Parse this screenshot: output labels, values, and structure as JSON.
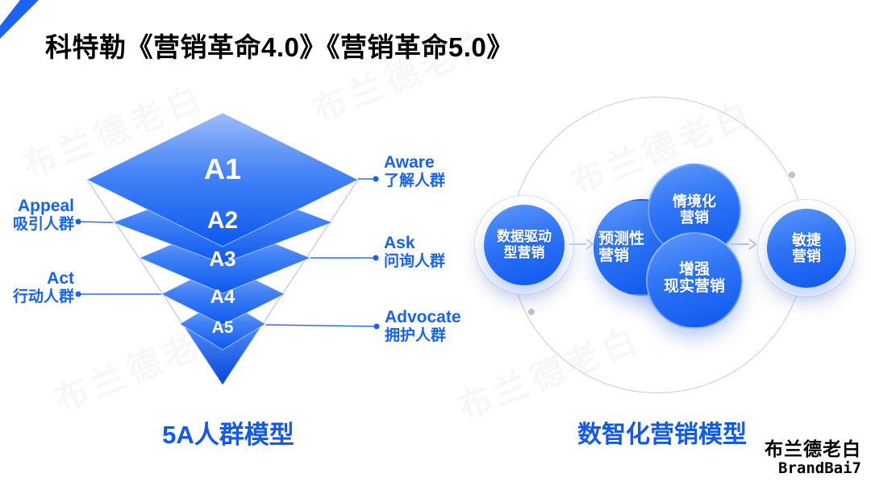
{
  "title": "科特勒《营销革命4.0》《营销革命5.0》",
  "watermark": {
    "text": "布兰德老白"
  },
  "funnel": {
    "caption": "5A人群模型",
    "levels": [
      {
        "id": "A1",
        "en": "Aware",
        "zh": "了解人群",
        "side": "right"
      },
      {
        "id": "A2",
        "en": "Appeal",
        "zh": "吸引人群",
        "side": "left"
      },
      {
        "id": "A3",
        "en": "Ask",
        "zh": "问询人群",
        "side": "right"
      },
      {
        "id": "A4",
        "en": "Act",
        "zh": "行动人群",
        "side": "left"
      },
      {
        "id": "A5",
        "en": "Advocate",
        "zh": "拥护人群",
        "side": "right"
      }
    ]
  },
  "model": {
    "caption": "数智化营销模型",
    "nodes": [
      {
        "name": "data-driven-marketing",
        "line1": "数据驱动",
        "line2": "型营销"
      },
      {
        "name": "predictive-marketing",
        "line1": "预测性",
        "line2": "营销"
      },
      {
        "name": "contextual-marketing",
        "line1": "情境化",
        "line2": "营销"
      },
      {
        "name": "augmented-reality-marketing",
        "line1": "增强",
        "line2": "现实营销"
      },
      {
        "name": "agile-marketing",
        "line1": "敏捷",
        "line2": "营销"
      }
    ]
  },
  "logo": {
    "line1": "布兰德老白",
    "line2": "BrandBai7"
  },
  "colors": {
    "brand_blue": "#1b63f3",
    "label_blue": "#1563f2",
    "caption_blue": "#1159ef",
    "funnel_light": "#8fb3f8",
    "funnel_deep": "#0c59ef",
    "bubble_light": "#5d97f9",
    "bubble_deep": "#0f57ee",
    "orbit_gray": "#cdcdcd"
  }
}
